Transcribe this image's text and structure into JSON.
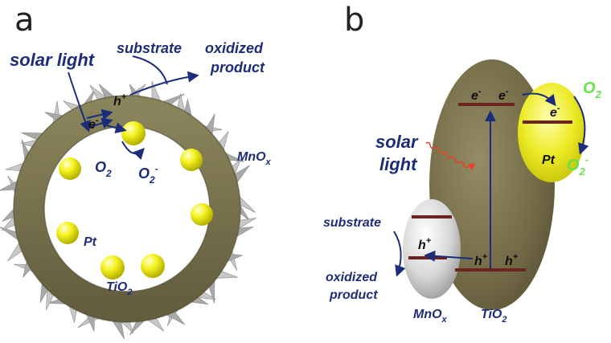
{
  "panel_a": {
    "letter": "a",
    "solar_light": "solar light",
    "substrate": "substrate",
    "oxidized_product_line1": "oxidized",
    "oxidized_product_line2": "product",
    "h_plus": "h",
    "plus_sup": "+",
    "e_minus": "e",
    "minus_sup": "-",
    "o2_base": "O",
    "o2_sub": "2",
    "o2_minus_base": "O",
    "o2_minus_sub": "2",
    "o2_minus_sup": "-",
    "mnox_base": "MnO",
    "mnox_sub": "x",
    "pt": "Pt",
    "tio2_base": "TiO",
    "tio2_sub": "2"
  },
  "panel_b": {
    "letter": "b",
    "solar_line1": "solar",
    "solar_line2": "light",
    "e_minus": "e",
    "minus_sup": "-",
    "h_plus": "h",
    "plus_sup": "+",
    "o2_base": "O",
    "o2_sub": "2",
    "o2_minus_base": "O",
    "o2_minus_sub": "2",
    "o2_minus_sup": "-",
    "pt": "Pt",
    "substrate": "substrate",
    "oxidized_line1": "oxidized",
    "oxidized_line2": "product",
    "mnox_base": "MnO",
    "mnox_sub": "x",
    "tio2_base": "TiO",
    "tio2_sub": "2"
  },
  "colors": {
    "tio2": "#7a7350",
    "pt": "#f4f21e",
    "mnox": "#d0d0d0",
    "arrow": "#1d2d7a",
    "band": "#6b2420",
    "o2_green": "#6be04a",
    "light_wave": "#e8402a"
  }
}
